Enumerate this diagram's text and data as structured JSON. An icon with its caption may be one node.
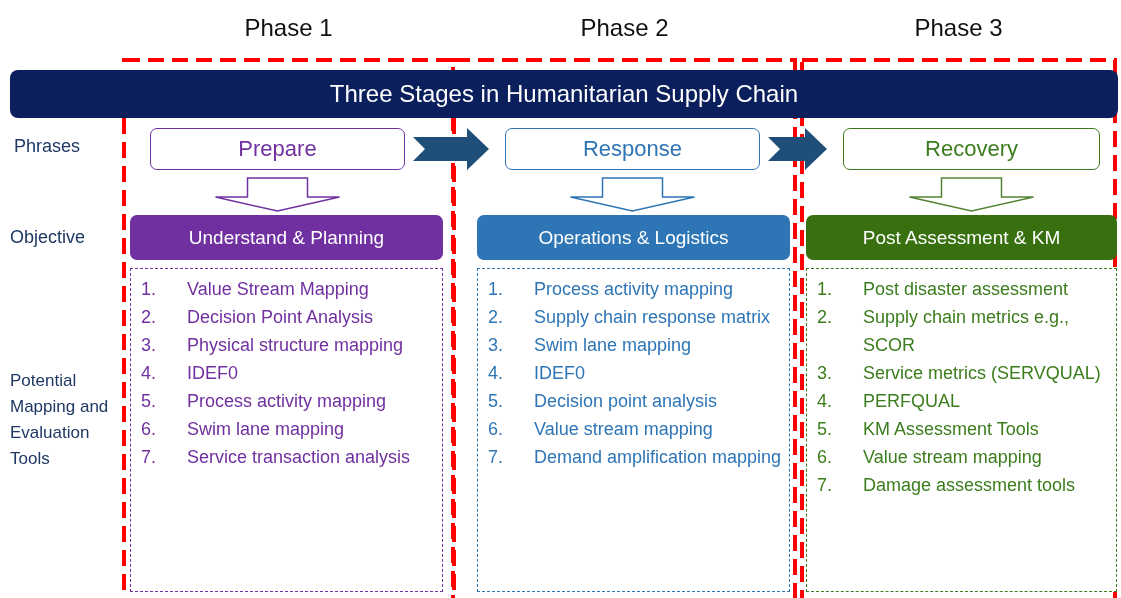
{
  "diagram": {
    "nodes": [
      {
        "text": [
          "Phase 1"
        ]
      },
      {
        "text": [
          "Phase 2"
        ]
      },
      {
        "text": [
          "Phase 3"
        ]
      },
      {
        "text": [
          "Three Stages in Humanitarian Supply Chain"
        ]
      },
      {
        "text": [
          "Prepare"
        ],
        "in": 0
      },
      {
        "text": [
          "Understand & Planning"
        ],
        "in": 0
      },
      {
        "text": [
          "1. Value Stream Mapping",
          "2. Decision Point Analysis",
          "3. Physical structure mapping",
          "4. IDEF0",
          "5. Process activity mapping",
          "6. Swim lane mapping",
          "7. Service transaction analysis"
        ],
        "in": 0
      },
      {
        "text": [
          "Response"
        ],
        "in": 1
      },
      {
        "text": [
          "Operations & Logistics"
        ],
        "in": 1
      },
      {
        "text": [
          "1. Process activity mapping",
          "2. Supply chain response matrix",
          "3. Swim lane mapping",
          "4. IDEF0",
          "5. Decision point analysis",
          "6. Value stream mapping",
          "7. Demand amplification mapping"
        ],
        "in": 1
      },
      {
        "text": [
          "Recovery"
        ],
        "in": 2
      },
      {
        "text": [
          "Post Assessment & KM"
        ],
        "in": 2
      },
      {
        "text": [
          "1. Post disaster assessment",
          "2. Supply chain metrics e.g., SCOR",
          "3. Service metrics (SERVQUAL)",
          "4. PERFQUAL",
          "5. KM Assessment Tools",
          "6. Value stream mapping",
          "7. Damage assessment tools"
        ],
        "in": 2
      }
    ],
    "edges": [
      {
        "from": 4,
        "to": 7,
        "arrow": "to",
        "style": "thick",
        "color": "#1f4e79"
      },
      {
        "from": 7,
        "to": 10,
        "arrow": "to",
        "style": "thick",
        "color": "#1f4e79"
      },
      {
        "from": 4,
        "to": 5,
        "arrow": "to",
        "color": "#7030a0"
      },
      {
        "from": 7,
        "to": 8,
        "arrow": "to",
        "color": "#2e75b6"
      },
      {
        "from": 10,
        "to": 11,
        "arrow": "to",
        "color": "#548235"
      }
    ],
    "labels": [
      "Phrases",
      "Objective",
      "Potential Mapping and Evaluation Tools"
    ]
  }
}
